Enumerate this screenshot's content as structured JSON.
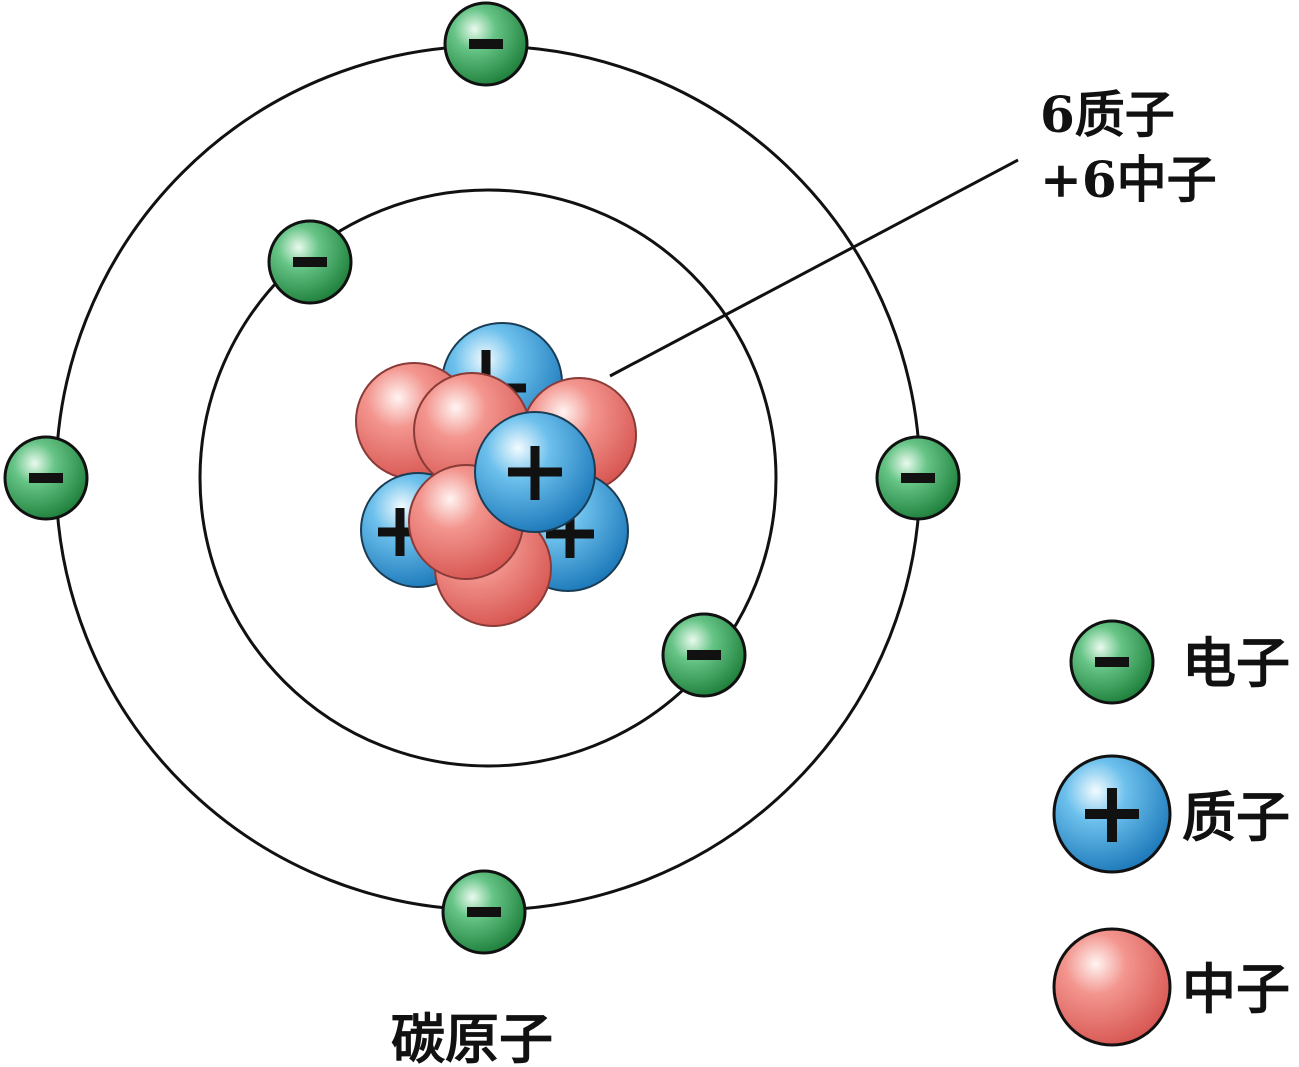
{
  "atom": {
    "title": "碳原子",
    "callout_line1": "6质子",
    "callout_line2": "+6中子"
  },
  "particles": {
    "electron": {
      "sign": "-",
      "color": "#2e9a4c"
    },
    "proton": {
      "sign": "+",
      "color": "#2b8fd0"
    },
    "neutron": {
      "color": "#e9716a"
    }
  },
  "legend": {
    "electron": "电子",
    "proton": "质子",
    "neutron": "中子"
  }
}
